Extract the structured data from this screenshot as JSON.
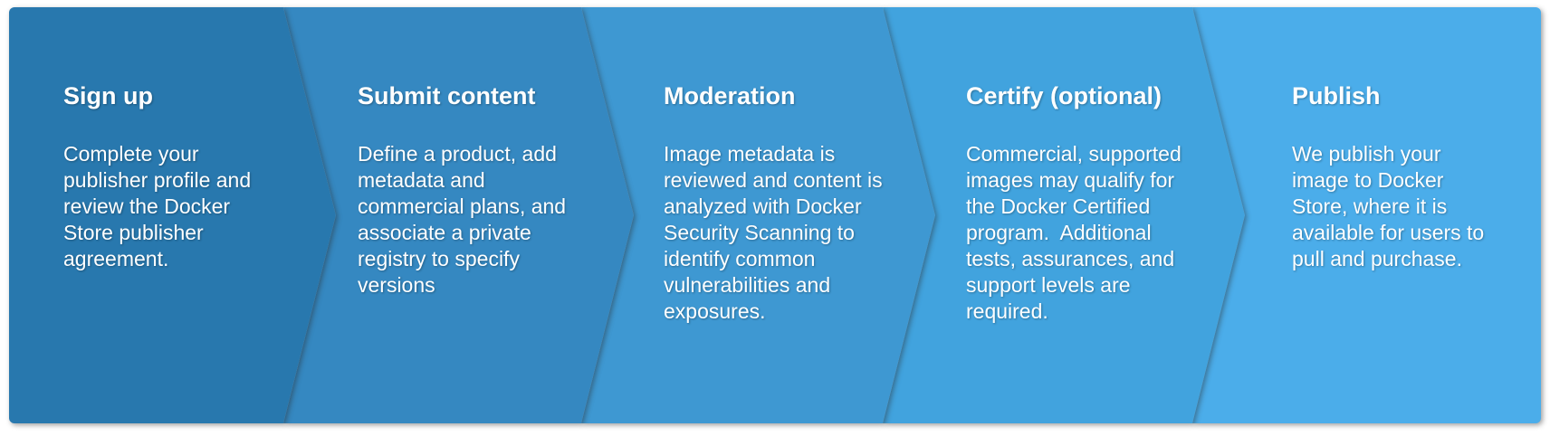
{
  "diagram": {
    "type": "process-flow-chevrons",
    "text_color": "#ffffff",
    "background": "#ffffff",
    "steps": [
      {
        "title": "Sign up",
        "body": "Complete your\npublisher profile and\nreview the Docker\nStore publisher\nagreement.",
        "color": "#2878ae"
      },
      {
        "title": "Submit content",
        "body": "Define a product, add\nmetadata and\ncommercial plans, and\nassociate a private\nregistry to specify\nversions",
        "color": "#3588c1"
      },
      {
        "title": "Moderation",
        "body": "Image metadata is\nreviewed and content is\nanalyzed with Docker\nSecurity Scanning to\nidentify common\nvulnerabilities and\nexposures.",
        "color": "#3e98d2"
      },
      {
        "title": "Certify (optional)",
        "body": "Commercial, supported\nimages may qualify for\nthe Docker Certified\nprogram.  Additional\ntests, assurances, and\nsupport levels are\nrequired.",
        "color": "#41a3de"
      },
      {
        "title": "Publish",
        "body": "We publish your\nimage to Docker\nStore, where it is\navailable for users to\npull and purchase.",
        "color": "#4badea"
      }
    ]
  }
}
